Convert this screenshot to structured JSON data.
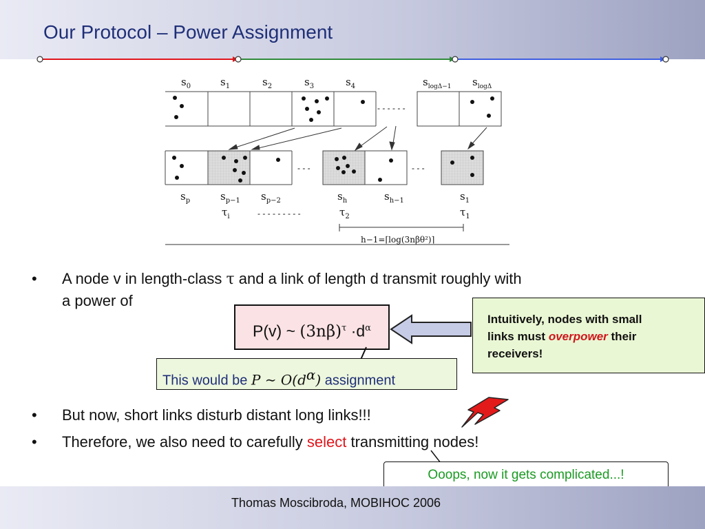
{
  "title": "Our Protocol – Power Assignment",
  "colors": {
    "accent": "#1f2f78",
    "highlight": "#e0151b",
    "ok_green": "#1a9a22"
  },
  "figure": {
    "top_labels": [
      "s",
      "s",
      "s",
      "s",
      "s",
      "s",
      "s"
    ],
    "top_subs": [
      "0",
      "1",
      "2",
      "3",
      "4",
      "logΔ−1",
      "logΔ"
    ],
    "top_dashes": "- - - - - -",
    "bottom_labels": [
      "s",
      "s",
      "s",
      "s",
      "s",
      "s"
    ],
    "bottom_subs": [
      "p",
      "p−1",
      "p−2",
      "h",
      "h−1",
      "1"
    ],
    "mid_dashes": "- - -",
    "tau_labels": [
      "τ",
      "τ",
      "τ"
    ],
    "tau_subs": [
      "i",
      "2",
      "1"
    ],
    "low_dashes": "- - - - - - - - -",
    "bracket_label": "h−1=⌈log(3nβθ²)⌉"
  },
  "bullets": {
    "b1_line1_pre": "A node v in length-class ",
    "b1_sym": "τ",
    "b1_line1_post": " and a link of length d transmit roughly with",
    "b1_line2": "a power of",
    "b2": "But now, short links disturb distant long links!!!",
    "b3_pre": "Therefore, we also need to carefully ",
    "b3_highlight": "select",
    "b3_post": " transmitting nodes!"
  },
  "formula": {
    "prefix": "P(v) ~ ",
    "base": "(3nβ)",
    "exp": "τ",
    "mid": " ·d",
    "exp2": "α"
  },
  "callout": {
    "line1": "Intuitively, nodes with small",
    "line2_pre": "links must ",
    "line2_hl": "overpower",
    "line2_post": " their",
    "line3": "receivers!"
  },
  "assign": {
    "pre": "This would be ",
    "math": "P ∼ O(d",
    "math_exp": "α",
    "math_close": ")",
    "post": " assignment"
  },
  "ooops": "Ooops, now it gets complicated...!",
  "footer": "Thomas Moscibroda, MOBIHOC 2006"
}
